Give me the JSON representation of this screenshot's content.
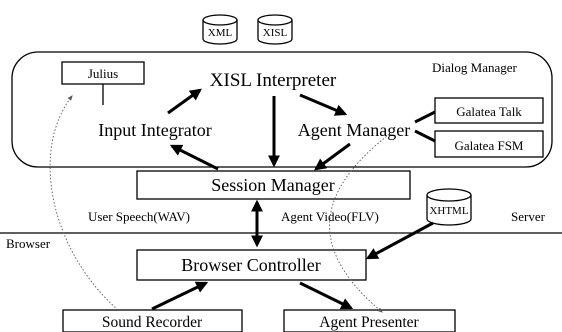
{
  "diagram": {
    "databases": {
      "xml": "XML",
      "xisl": "XISL",
      "xhtml": "XHTML"
    },
    "dialog_manager": {
      "label": "Dialog Manager",
      "julius": "Julius",
      "xisl_interpreter": "XISL Interpreter",
      "input_integrator": "Input Integrator",
      "agent_manager": "Agent Manager",
      "galatea_talk": "Galatea Talk",
      "galatea_fsm": "Galatea FSM"
    },
    "session_manager": "Session Manager",
    "user_speech": "User Speech(WAV)",
    "agent_video": "Agent Video(FLV)",
    "server": "Server",
    "browser": "Browser",
    "browser_controller": "Browser Controller",
    "sound_recorder": "Sound Recorder",
    "agent_presenter": "Agent Presenter"
  }
}
